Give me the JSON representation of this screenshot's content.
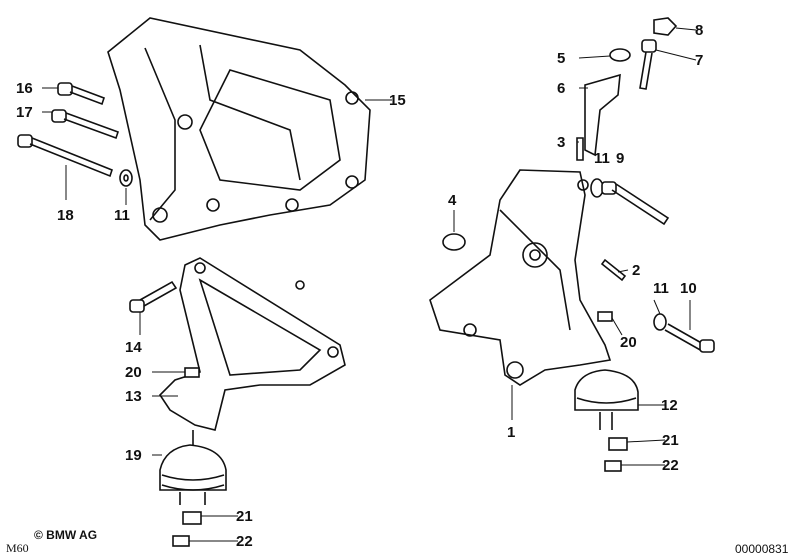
{
  "diagram": {
    "labels": [
      "16",
      "17",
      "18",
      "11",
      "15",
      "14",
      "20",
      "13",
      "19",
      "21",
      "22",
      "8",
      "5",
      "7",
      "6",
      "3",
      "11",
      "9",
      "4",
      "2",
      "11",
      "10",
      "20",
      "1",
      "12",
      "21",
      "22"
    ]
  },
  "footer": {
    "model": "M60",
    "copyright": "© BMW AG",
    "image_number": "00000831"
  }
}
